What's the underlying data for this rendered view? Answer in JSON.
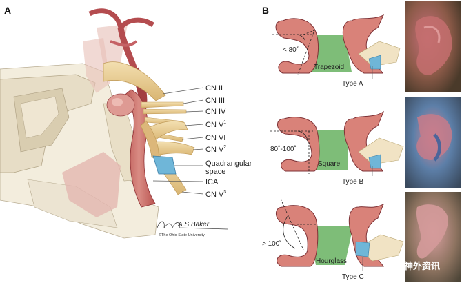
{
  "panels": {
    "a": {
      "letter": "A"
    },
    "b": {
      "letter": "B"
    }
  },
  "labels_a": {
    "cn2": "CN II",
    "cn3": "CN III",
    "cn4": "CN IV",
    "cn5_1_base": "CN V",
    "cn5_1_sup": "1",
    "cn6": "CN VI",
    "cn5_2_base": "CN V",
    "cn5_2_sup": "2",
    "quad_line1": "Quadrangular",
    "quad_line2": "space",
    "ica": "ICA",
    "cn5_3_base": "CN V",
    "cn5_3_sup": "3"
  },
  "signature": {
    "script": "A.S Baker",
    "copyright": "©The Ohio State University"
  },
  "types": [
    {
      "angle": "< 80˚",
      "shape": "Trapezoid",
      "type": "Type A"
    },
    {
      "angle": "80˚-100˚",
      "shape": "Square",
      "type": "Type B"
    },
    {
      "angle": "> 100˚",
      "shape": "Hourglass",
      "type": "Type C"
    }
  ],
  "watermark": {
    "text": "神外资讯"
  },
  "colors": {
    "vessel": "#cf7a72",
    "vessel_dark": "#8e2f33",
    "green_space": "#7ebd78",
    "blue_space": "#6fb6d8",
    "nerve": "#ecd19a",
    "bone": "#efe8d6"
  }
}
